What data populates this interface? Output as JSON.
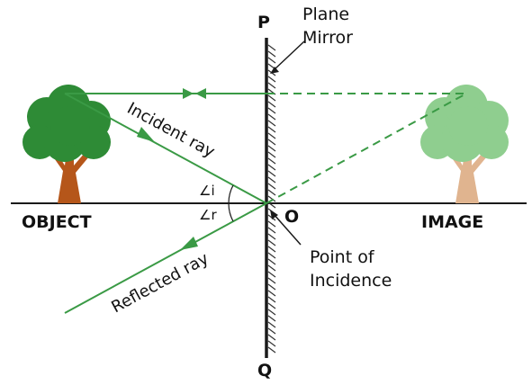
{
  "mirror": {
    "top_label": "P",
    "bottom_label": "Q",
    "name_line1": "Plane",
    "name_line2": "Mirror"
  },
  "labels": {
    "object": "OBJECT",
    "image": "IMAGE",
    "origin": "O",
    "incident_ray": "Incident ray",
    "reflected_ray": "Reflected ray",
    "angle_i": "∠i",
    "angle_r": "∠r",
    "point_line1": "Point of",
    "point_line2": "Incidence"
  },
  "colors": {
    "ray": "#3a9a45",
    "axis": "#1a1a1a",
    "mirror": "#1a1a1a",
    "object_foliage": "#2e8b36",
    "object_trunk": "#b5561a",
    "image_foliage": "#8fce8f",
    "image_trunk": "#e0b48f"
  }
}
